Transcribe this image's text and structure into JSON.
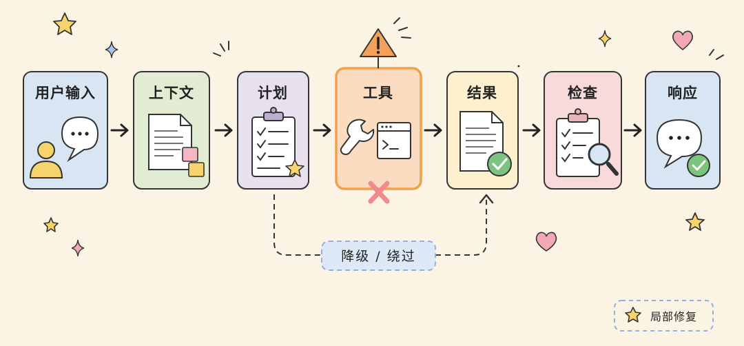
{
  "flow": {
    "steps": [
      {
        "label": "用户输入",
        "fill": "#d8e6f3"
      },
      {
        "label": "上下文",
        "fill": "#e2ecd2"
      },
      {
        "label": "计划",
        "fill": "#e6e0ef"
      },
      {
        "label": "工具",
        "fill": "#fbdcc0"
      },
      {
        "label": "结果",
        "fill": "#fcf0cf"
      },
      {
        "label": "检查",
        "fill": "#f9dadb"
      },
      {
        "label": "响应",
        "fill": "#d8e6f3"
      }
    ],
    "bypass_label": "降级 / 绕过"
  },
  "legend": {
    "label": "局部修复",
    "icon": "star-icon"
  },
  "colors": {
    "background": "#fbf3e4",
    "tool_border": "#f0a14a",
    "bypass_border": "#8fb2e0",
    "star": "#f6d36b",
    "heart": "#f2a9b5",
    "check": "#7bc47f",
    "cross": "#f08a8f",
    "warning": "#f4a05a"
  }
}
